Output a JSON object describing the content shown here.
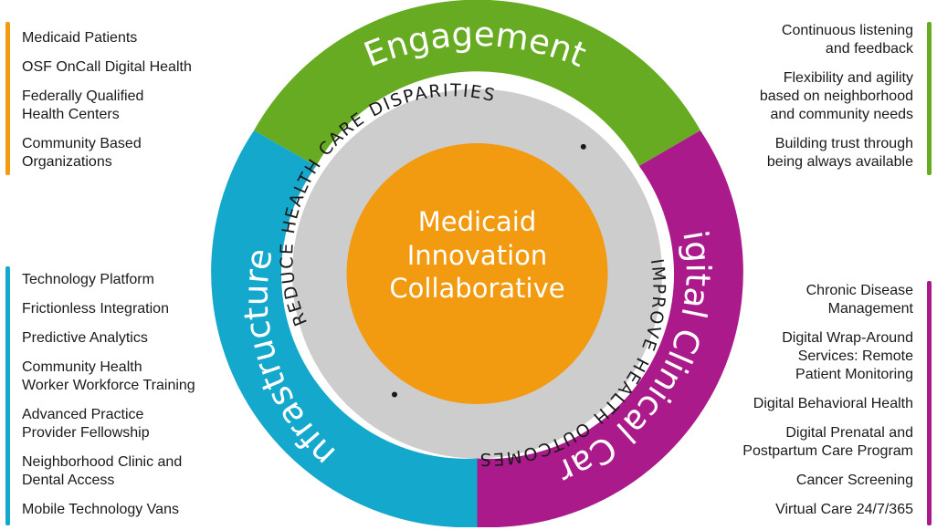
{
  "colors": {
    "engagement": "#67ab23",
    "infrastructure": "#14a8cd",
    "digital_care": "#ab1a8b",
    "ring": "#cdcdcd",
    "center": "#f29a10",
    "left_top_bar": "#f29a10"
  },
  "left_top": {
    "items": [
      "Medicaid Patients",
      "OSF OnCall Digital Health",
      "Federally Qualified\nHealth Centers",
      "Community Based\nOrganizations"
    ]
  },
  "left_bottom": {
    "items": [
      "Technology Platform",
      "Frictionless Integration",
      "Predictive Analytics",
      "Community Health\nWorker Workforce Training",
      "Advanced Practice\nProvider Fellowship",
      "Neighborhood Clinic and\nDental Access",
      "Mobile Technology Vans"
    ]
  },
  "right_top": {
    "items": [
      "Continuous listening\nand feedback",
      "Flexibility and agility\nbased on neighborhood\nand community needs",
      "Building trust through\nbeing always available"
    ]
  },
  "right_bottom": {
    "items": [
      "Chronic Disease\nManagement",
      "Digital Wrap-Around\nServices: Remote\nPatient Monitoring",
      "Digital Behavioral Health",
      "Digital Prenatal and\nPostpartum Care Program",
      "Cancer Screening",
      "Virtual Care 24/7/365"
    ]
  },
  "segments": {
    "engagement": "Engagement",
    "infrastructure": "Infrastructure",
    "digital_care": "Digital Clinical Care"
  },
  "ring": {
    "reduce": "REDUCE HEALTH CARE DISPARITIES",
    "improve": "IMPROVE HEALTH OUTCOMES"
  },
  "center": {
    "line1": "Medicaid",
    "line2": "Innovation",
    "line3": "Collaborative"
  }
}
